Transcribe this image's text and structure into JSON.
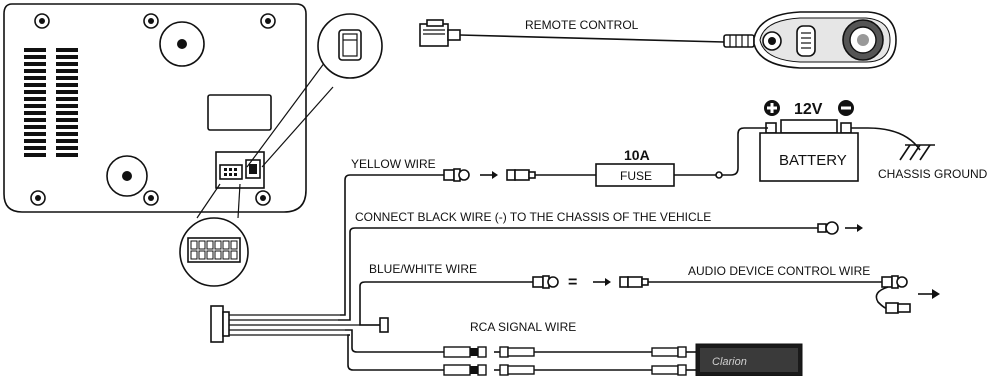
{
  "labels": {
    "remote_control": "REMOTE CONTROL",
    "yellow_wire": "YELLOW WIRE",
    "fuse_rating": "10A",
    "fuse": "FUSE",
    "battery_voltage": "12V",
    "battery": "BATTERY",
    "chassis_ground": "CHASSIS GROUND",
    "black_wire": "CONNECT BLACK WIRE (-) TO THE CHASSIS OF THE VEHICLE",
    "blue_white_wire": "BLUE/WHITE WIRE",
    "equals": "=",
    "audio_device_control_wire": "AUDIO DEVICE CONTROL WIRE",
    "rca_signal_wire": "RCA SIGNAL WIRE",
    "battery_plus_symbol": "+",
    "battery_minus_symbol": "−",
    "head_unit_brand": "Clarion"
  }
}
